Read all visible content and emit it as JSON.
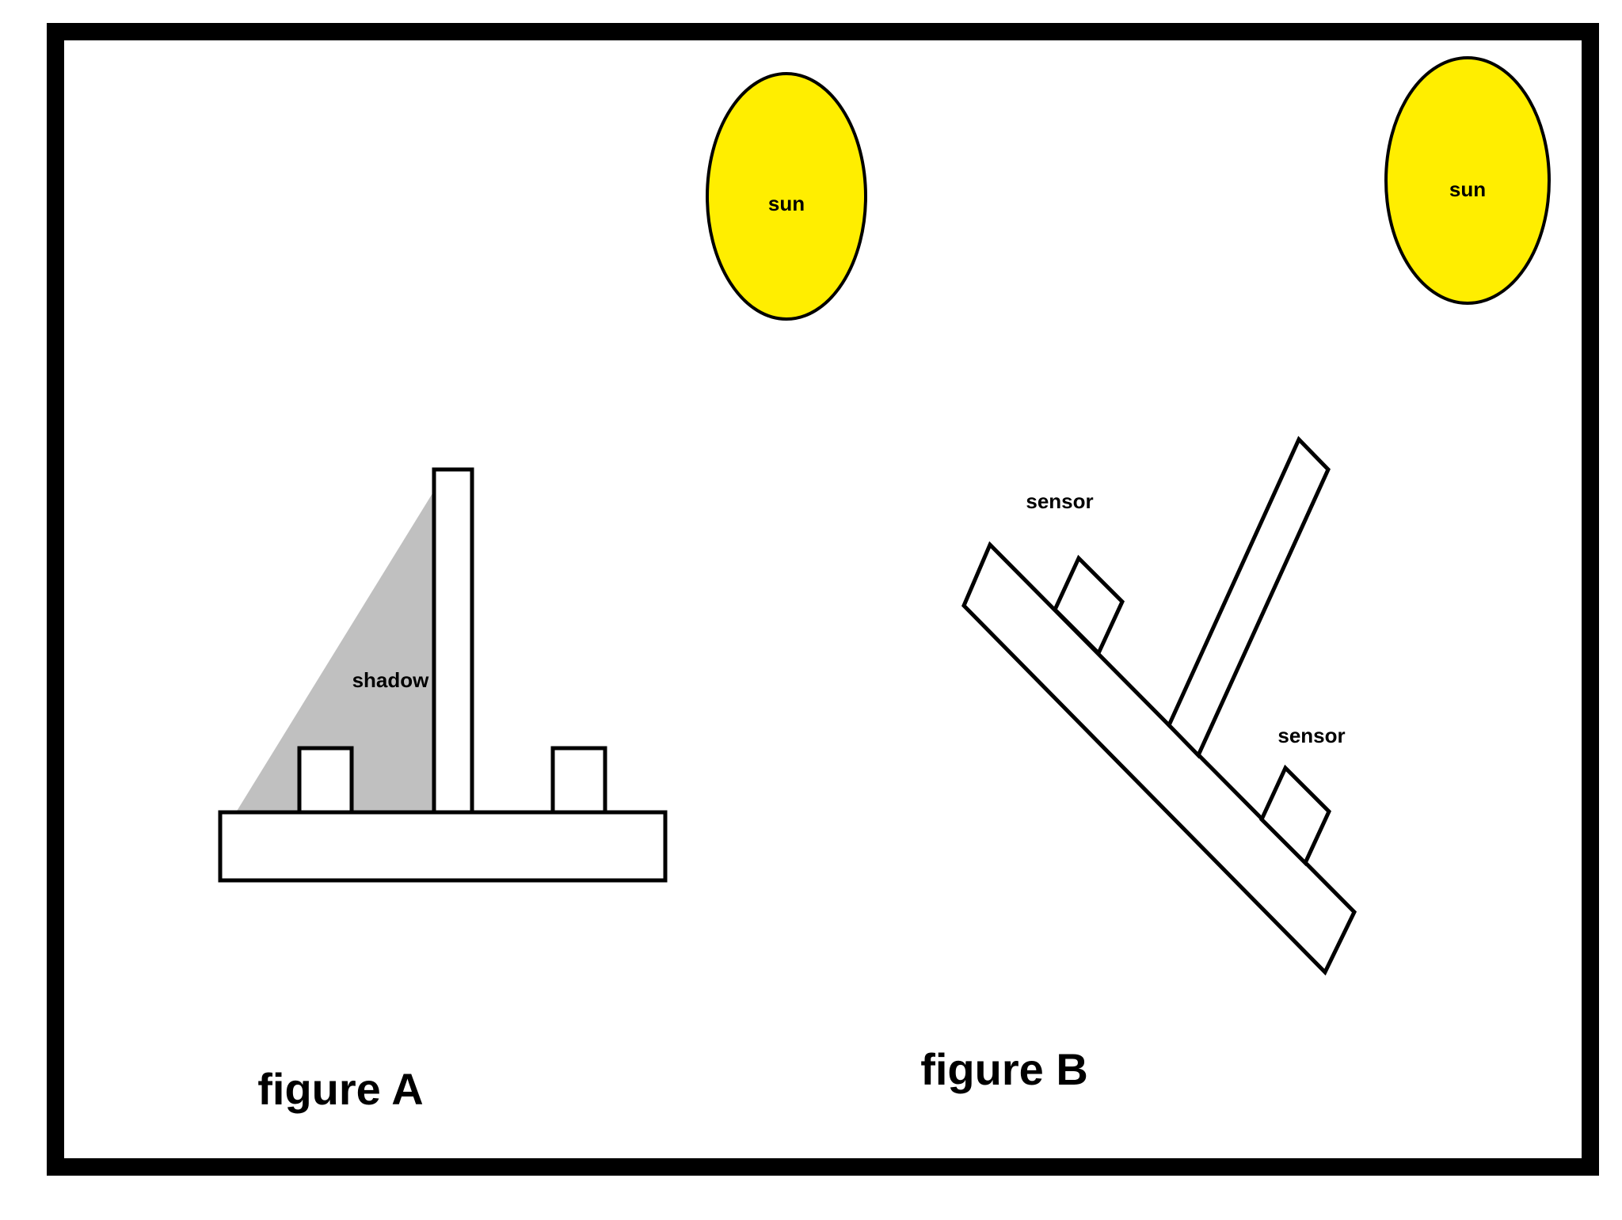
{
  "colors": {
    "frame": "#000000",
    "sun_fill": "#ffee00",
    "shadow_fill": "#c0c0c0",
    "outline": "#000000",
    "background": "#ffffff"
  },
  "figure_a": {
    "caption": "figure A",
    "sun_label": "sun",
    "shadow_label": "shadow"
  },
  "figure_b": {
    "caption": "figure B",
    "sun_label": "sun",
    "sensor_label_1": "sensor",
    "sensor_label_2": "sensor"
  }
}
